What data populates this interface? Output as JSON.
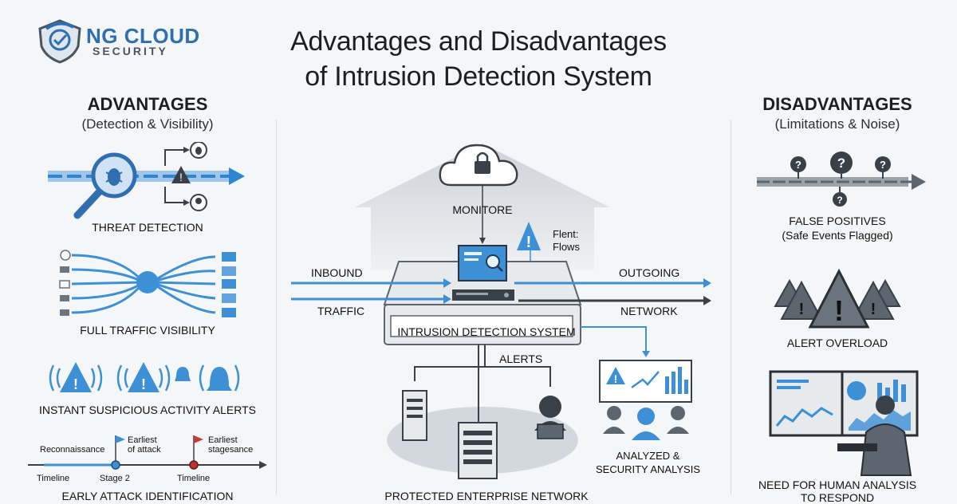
{
  "brand": {
    "name": "NG CLOUD",
    "sub": "SECURITY"
  },
  "title": {
    "line1": "Advantages and Disadvantages",
    "line2": "of Intrusion Detection System"
  },
  "advantages": {
    "heading": "ADVANTAGES",
    "subheading": "(Detection & Visibility)",
    "items": [
      {
        "label": "THREAT DETECTION"
      },
      {
        "label": "FULL TRAFFIC VISIBILITY"
      },
      {
        "label": "INSTANT SUSPICIOUS ACTIVITY ALERTS"
      },
      {
        "label": "EARLY ATTACK IDENTIFICATION"
      }
    ],
    "timeline": {
      "reconnaissance": "Reconnaissance",
      "earliest1": "Earliest",
      "of_attack": "of attack",
      "earliest2": "Earliest",
      "stagesance": "stagesance",
      "timeline1": "Timeline",
      "stage2": "Stage 2",
      "timeline2": "Timeline"
    }
  },
  "center": {
    "monitore": "MONITORE",
    "flent": "Flent:",
    "flows": "Flows",
    "inbound": "INBOUND",
    "traffic": "TRAFFIC",
    "outgoing": "OUTGOING",
    "network": "NETWORK",
    "ids": "INTRUSION DETECTION SYSTEM",
    "alerts": "ALERTS",
    "analyzed1": "ANALYZED &",
    "analyzed2": "SECURITY ANALYSIS",
    "protected": "PROTECTED ENTERPRISE NETWORK"
  },
  "disadvantages": {
    "heading": "DISADVANTAGES",
    "subheading": "(Limitations & Noise)",
    "false_pos": "FALSE POSITIVES",
    "false_pos_sub": "(Safe Events Flagged)",
    "overload": "ALERT OVERLOAD",
    "human1": "NEED FOR HUMAN ANALYSIS",
    "human2": "TO RESPOND"
  },
  "colors": {
    "accent": "#3d8fd6",
    "dark": "#3a4048",
    "panel": "#e4e8ec"
  }
}
